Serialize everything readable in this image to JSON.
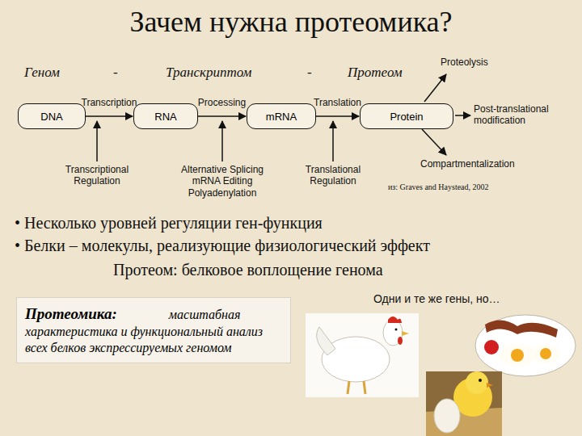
{
  "diagram": {
    "title": "Зачем нужна протеомика?",
    "nodes": [
      {
        "text": [
          "DNA"
        ]
      },
      {
        "text": [
          "RNA"
        ]
      },
      {
        "text": [
          "mRNA"
        ]
      },
      {
        "text": [
          "Protein"
        ]
      },
      {
        "text": [
          "Протеомика:",
          "масштабная характеристика и функциональный анализ всех белков экспрессируемых геномом"
        ]
      }
    ],
    "edges": [
      {
        "from": 0,
        "to": 1,
        "arrow": "to",
        "label": "Transcription"
      },
      {
        "from": 1,
        "to": 2,
        "arrow": "to",
        "label": "Processing"
      },
      {
        "from": 2,
        "to": 3,
        "arrow": "to",
        "label": "Translation"
      }
    ],
    "labels": [
      "Геном",
      "-",
      "Транскриптом",
      "-",
      "Протеом",
      "Proteolysis",
      "Post-translational modification",
      "Compartmentalization",
      "Transcriptional Regulation",
      "Alternative Splicing mRNA Editing Polyadenylation",
      "Translational Regulation",
      "из: Graves and Haystead, 2002",
      "• Несколько уровней регуляции ген-функция",
      "• Белки – молекулы, реализующие физиологический эффект",
      "Протеом: белковое воплощение генома",
      "Одни и те же гены, но…"
    ]
  }
}
